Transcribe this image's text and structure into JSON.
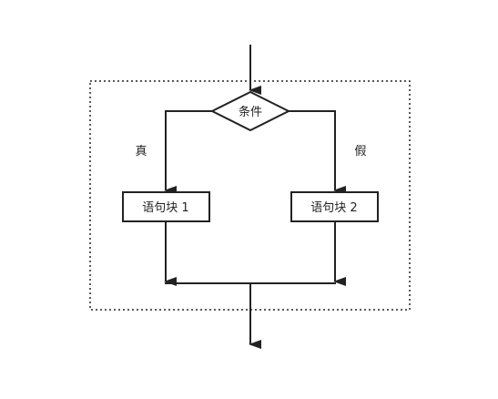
{
  "diagram": {
    "condition_label": "条件",
    "true_label": "真",
    "false_label": "假",
    "block1_label": "语句块 1",
    "block2_label": "语句块 2"
  }
}
